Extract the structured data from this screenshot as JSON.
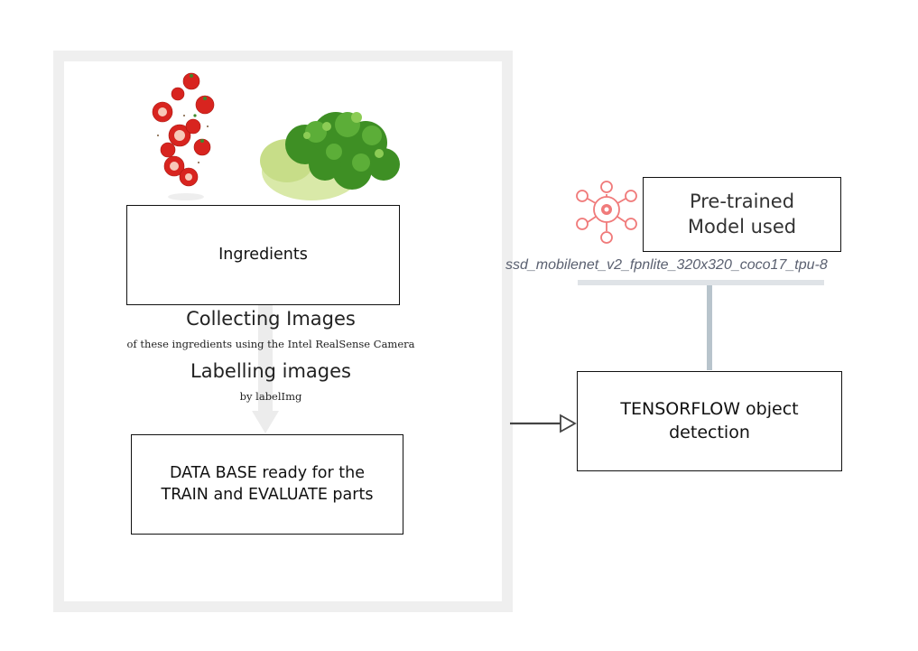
{
  "ingredients_box": {
    "label": "Ingredients"
  },
  "collecting": {
    "title": "Collecting Images",
    "subtitle": "of these ingredients using the Intel RealSense Camera"
  },
  "labelling": {
    "title": "Labelling images",
    "subtitle": "by labelImg"
  },
  "database_box": {
    "line1": "DATA BASE ready for the",
    "line2": "TRAIN and EVALUATE parts"
  },
  "pretrained_box": {
    "line1": "Pre-trained",
    "line2": "Model used"
  },
  "model_name": "ssd_mobilenet_v2_fpnlite_320x320_coco17_tpu-8",
  "tensorflow_box": {
    "line1": "TENSORFLOW object",
    "line2": "detection"
  },
  "images": {
    "tomatoes": "tomatoes-image",
    "lettuce": "lettuce-image",
    "network_icon": "neural-network-icon"
  },
  "colors": {
    "panel_border": "#efefef",
    "icon": "#f07a7a",
    "connector": "#b8c4cc",
    "model_text": "#5a6070"
  }
}
